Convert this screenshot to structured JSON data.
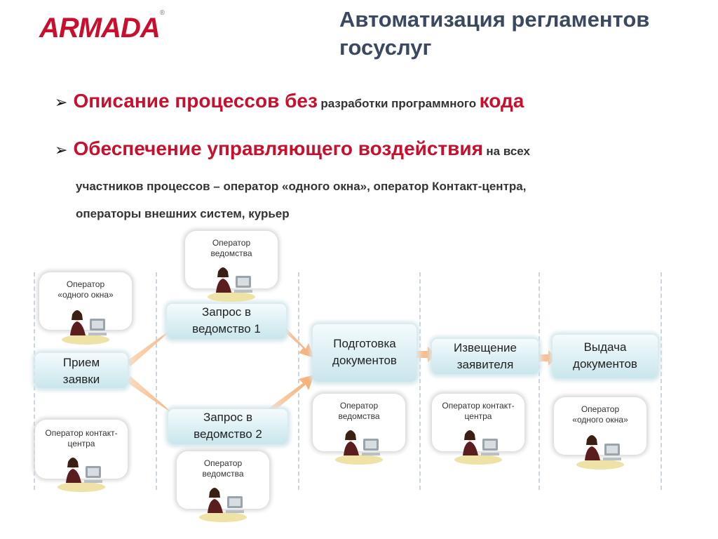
{
  "logo": "ARMADA",
  "title": "Автоматизация регламентов госуслуг",
  "bullets": [
    {
      "big": "Описание процессов без",
      "small": "разработки программного",
      "big2": "кода"
    },
    {
      "big": "Обеспечение управляющего воздействия",
      "small": "на всех"
    }
  ],
  "bullet2_lines": [
    "участников процессов – оператор «одного окна», оператор Контакт-центра,",
    "операторы внешних систем, курьер"
  ],
  "operators": {
    "op_window_left": "Оператор «одного окна»",
    "op_dept_top": "Оператор ведомства",
    "op_call_left": "Оператор контакт-центра",
    "op_dept_bottom": "Оператор ведомства",
    "op_dept_mid": "Оператор ведомства",
    "op_call_right": "Оператор контакт-центра",
    "op_window_right": "Оператор «одного окна»"
  },
  "steps": {
    "receive": "Прием заявки",
    "request1": "Запрос в ведомство 1",
    "request2": "Запрос в ведомство 2",
    "prepare": "Подготовка документов",
    "notify": "Извещение заявителя",
    "issue": "Выдача документов"
  },
  "colors": {
    "accent": "#c8102e",
    "title": "#3b4862",
    "arrow": "#f6b98a",
    "box": "#c9e6ec"
  }
}
